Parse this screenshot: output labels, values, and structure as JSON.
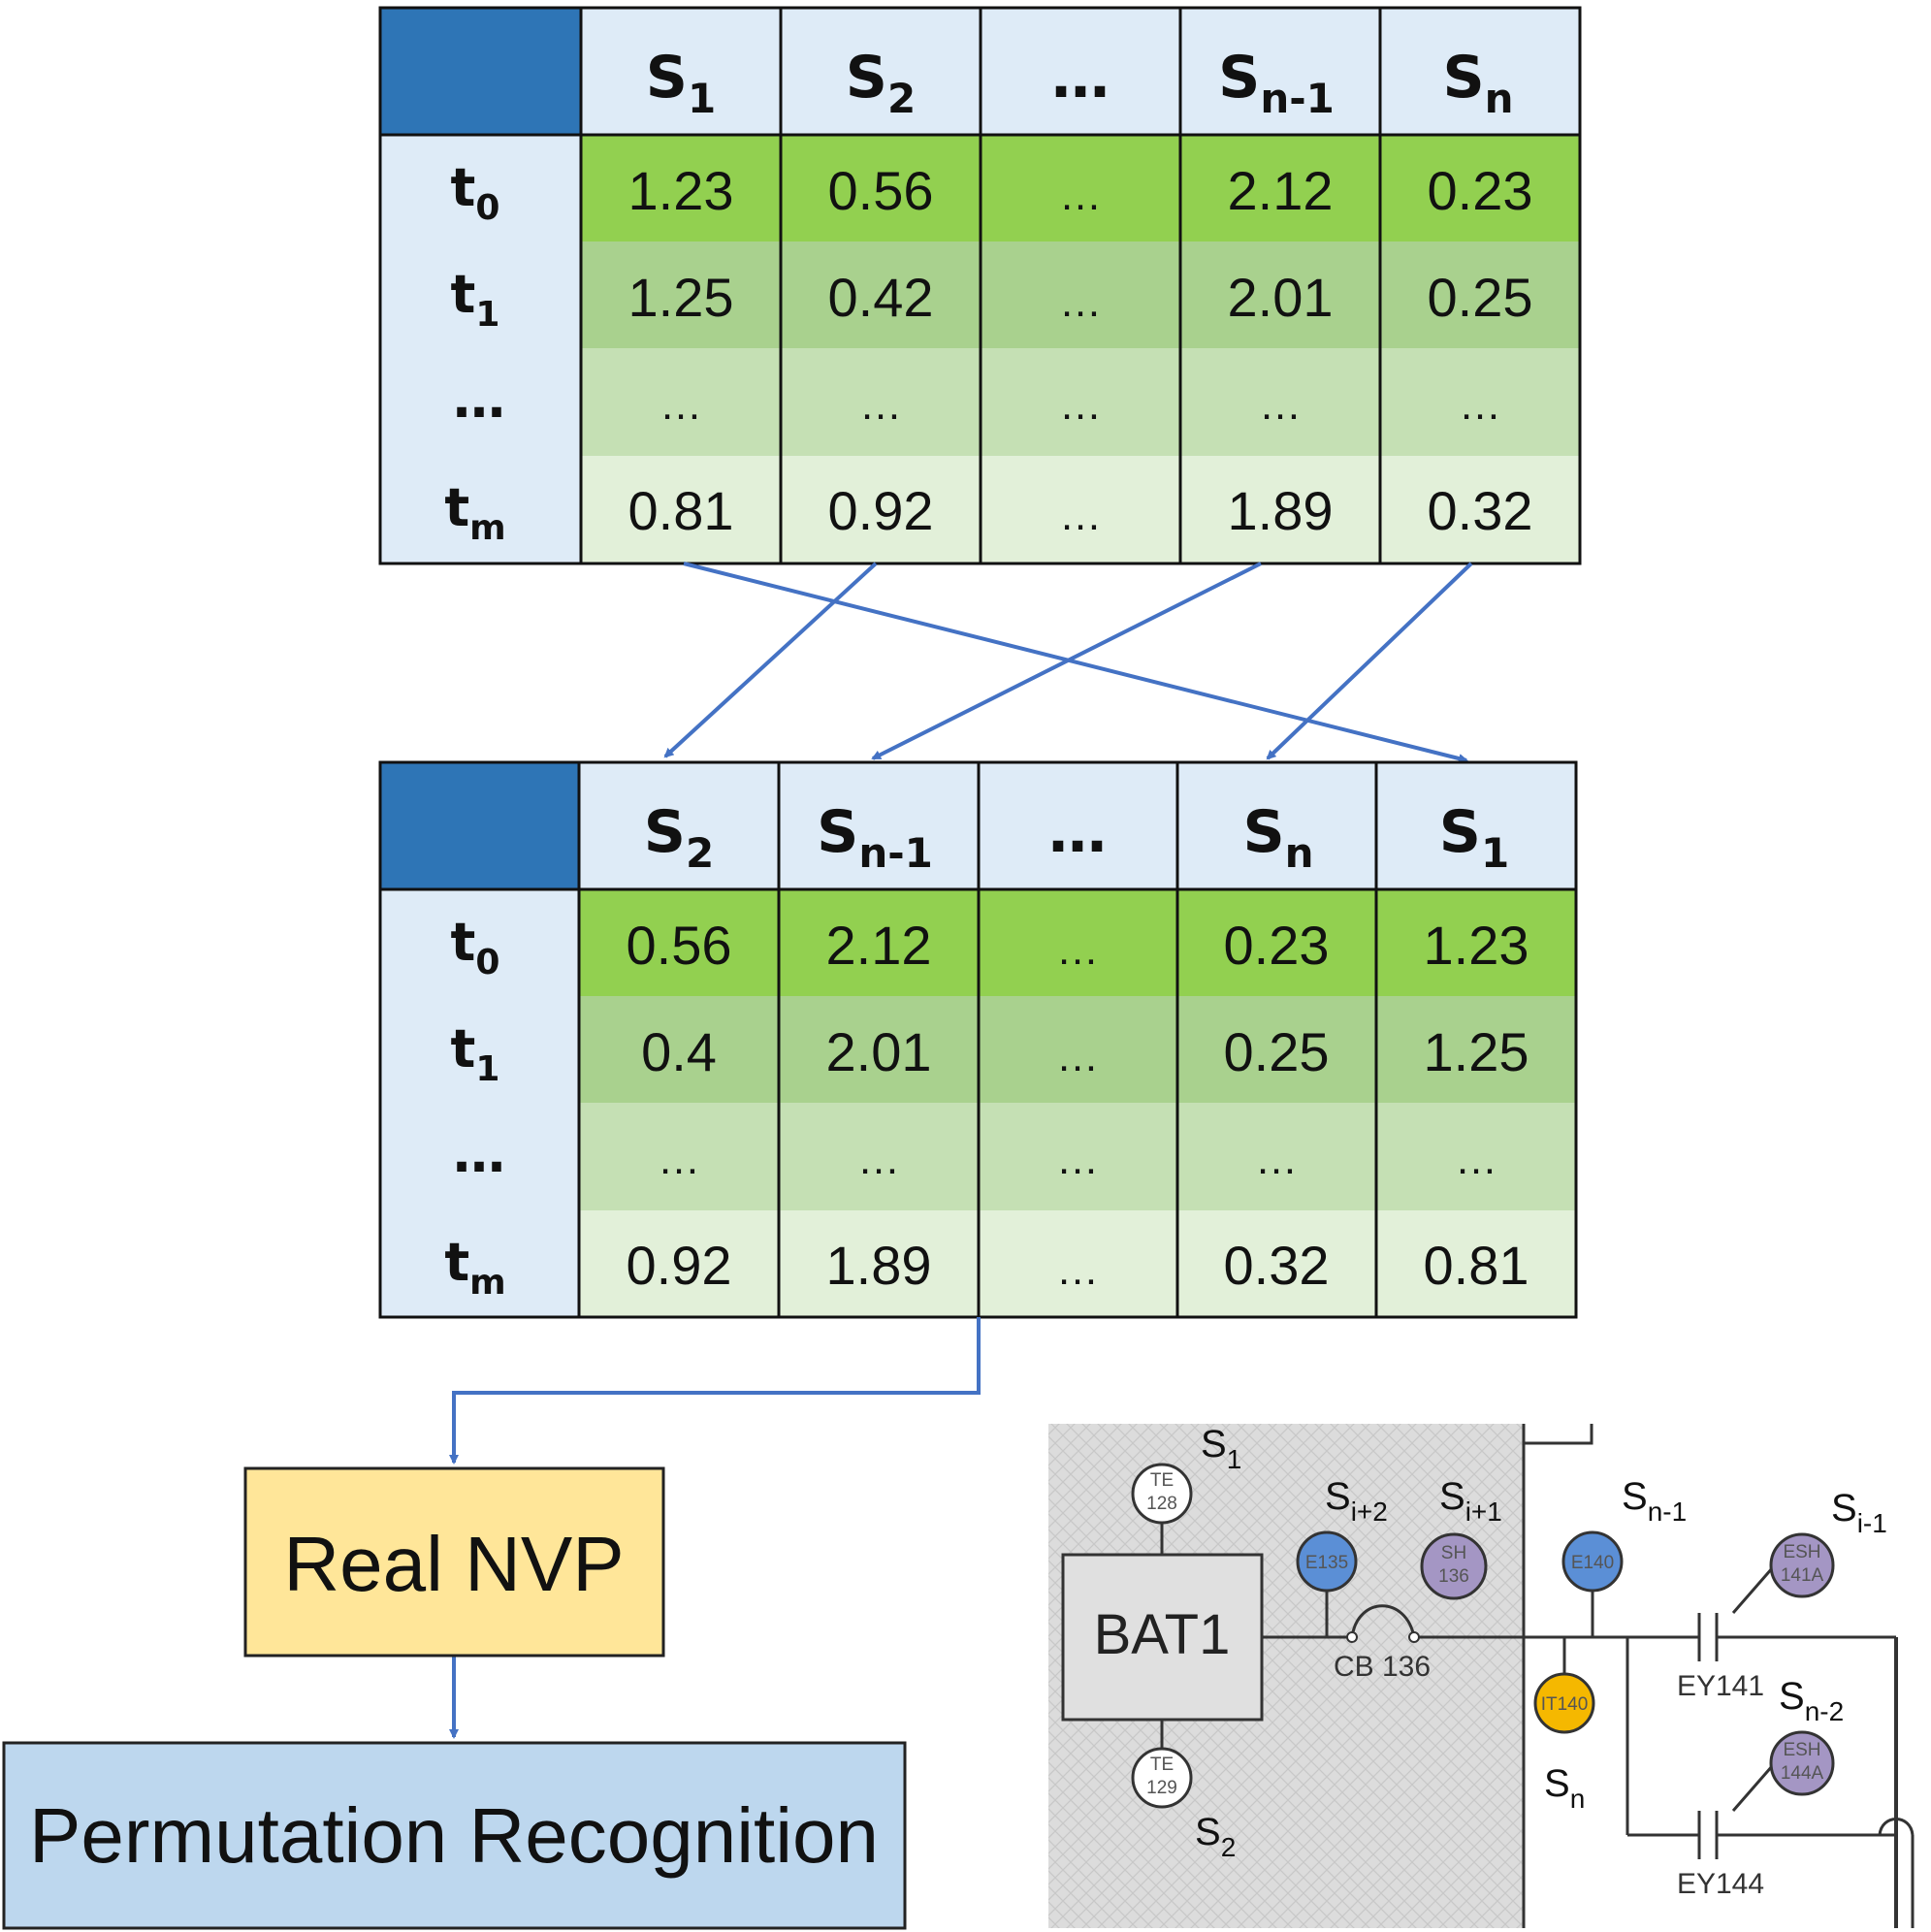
{
  "table1": {
    "columns": [
      {
        "base": "S",
        "sub": "1"
      },
      {
        "base": "S",
        "sub": "2"
      },
      {
        "base": "…",
        "sub": ""
      },
      {
        "base": "S",
        "sub": "n-1"
      },
      {
        "base": "S",
        "sub": "n"
      }
    ],
    "rows": [
      {
        "label": {
          "base": "t",
          "sub": "0"
        },
        "values": [
          "1.23",
          "0.56",
          "…",
          "2.12",
          "0.23"
        ]
      },
      {
        "label": {
          "base": "t",
          "sub": "1"
        },
        "values": [
          "1.25",
          "0.42",
          "…",
          "2.01",
          "0.25"
        ]
      },
      {
        "label": {
          "base": "…",
          "sub": ""
        },
        "values": [
          "…",
          "…",
          "…",
          "…",
          "…"
        ]
      },
      {
        "label": {
          "base": "t",
          "sub": "m"
        },
        "values": [
          "0.81",
          "0.92",
          "…",
          "1.89",
          "0.32"
        ]
      }
    ]
  },
  "table2": {
    "columns": [
      {
        "base": "S",
        "sub": "2"
      },
      {
        "base": "S",
        "sub": "n-1"
      },
      {
        "base": "…",
        "sub": ""
      },
      {
        "base": "S",
        "sub": "n"
      },
      {
        "base": "S",
        "sub": "1"
      }
    ],
    "rows": [
      {
        "label": {
          "base": "t",
          "sub": "0"
        },
        "values": [
          "0.56",
          "2.12",
          "…",
          "0.23",
          "1.23"
        ]
      },
      {
        "label": {
          "base": "t",
          "sub": "1"
        },
        "values": [
          "0.4",
          "2.01",
          "…",
          "0.25",
          "1.25"
        ]
      },
      {
        "label": {
          "base": "…",
          "sub": ""
        },
        "values": [
          "…",
          "…",
          "…",
          "…",
          "…"
        ]
      },
      {
        "label": {
          "base": "t",
          "sub": "m"
        },
        "values": [
          "0.92",
          "1.89",
          "…",
          "0.32",
          "0.81"
        ]
      }
    ]
  },
  "flow": {
    "step1": "Real NVP",
    "step2": "Permutation Recognition"
  },
  "schematic": {
    "main_block": "BAT1",
    "breaker": "CB 136",
    "contactors": [
      "EY141",
      "EY144"
    ],
    "nodes": [
      {
        "id": "te128",
        "text": [
          "TE",
          "128"
        ],
        "fill": "#ffffff",
        "label": {
          "base": "S",
          "sub": "1"
        }
      },
      {
        "id": "te129",
        "text": [
          "TE",
          "129"
        ],
        "fill": "#ffffff",
        "label": {
          "base": "S",
          "sub": "2"
        }
      },
      {
        "id": "e135",
        "text": [
          "E135"
        ],
        "fill": "#5b8fd6",
        "label": {
          "base": "S",
          "sub": "i+2"
        }
      },
      {
        "id": "esh136",
        "text": [
          "SH",
          "136"
        ],
        "fill": "#a496c4",
        "label": {
          "base": "S",
          "sub": "i+1"
        }
      },
      {
        "id": "e140",
        "text": [
          "E140"
        ],
        "fill": "#5b8fd6",
        "label": {
          "base": "S",
          "sub": "n-1"
        }
      },
      {
        "id": "it140",
        "text": [
          "IT140"
        ],
        "fill": "#f5b800",
        "label": {
          "base": "S",
          "sub": "n"
        }
      },
      {
        "id": "esh141a",
        "text": [
          "ESH",
          "141A"
        ],
        "fill": "#a496c4",
        "label": {
          "base": "S",
          "sub": "i-1"
        }
      },
      {
        "id": "esh144a",
        "text": [
          "ESH",
          "144A"
        ],
        "fill": "#a496c4",
        "label": {
          "base": "S",
          "sub": "n-2"
        }
      }
    ]
  },
  "colors": {
    "header_corner": "#2e75b6",
    "header_cell": "#deebf7",
    "row_t0": "#92d050",
    "row_t1": "#a9d18e",
    "row_dots": "#c5e0b4",
    "row_tm": "#e2f0d9",
    "arrow": "#4472c4",
    "real_nvp": "#ffe699",
    "perm_rec": "#bdd7ee"
  }
}
